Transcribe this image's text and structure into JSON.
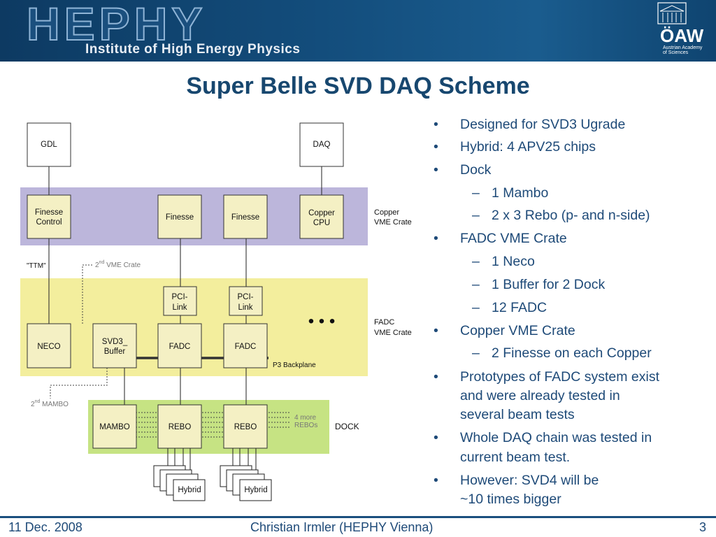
{
  "header": {
    "logo_text": "HEPHY",
    "subtitle": "Institute of High Energy Physics",
    "academy_logo": "ÖAW",
    "academy_name_line1": "Austrian Academy",
    "academy_name_line2": "of Sciences"
  },
  "slide": {
    "title": "Super Belle SVD DAQ Scheme"
  },
  "diagram": {
    "gdl": "GDL",
    "daq": "DAQ",
    "finesse_control_1": "Finesse",
    "finesse_control_2": "Control",
    "finesse_a": "Finesse",
    "finesse_b": "Finesse",
    "copper_cpu_1": "Copper",
    "copper_cpu_2": "CPU",
    "copper_crate_1": "Copper",
    "copper_crate_2": "VME Crate",
    "ttm": "\"TTM\"",
    "vme2_num": "2",
    "vme2_sup": "nd",
    "vme2_rest": " VME Crate",
    "pci1_1": "PCI-",
    "pci1_2": "Link",
    "pci2_1": "PCI-",
    "pci2_2": "Link",
    "dots": "• • •",
    "fadc_crate_1": "FADC",
    "fadc_crate_2": "VME Crate",
    "neco": "NECO",
    "svd3_1": "SVD3_",
    "svd3_2": "Buffer",
    "fadc_a": "FADC",
    "fadc_b": "FADC",
    "backplane": "P3 Backplane",
    "mambo2_num": "2",
    "mambo2_sup": "nd",
    "mambo2_rest": " MAMBO",
    "mambo": "MAMBO",
    "rebo_a": "REBO",
    "rebo_b": "REBO",
    "more_rebos_1": "4 more",
    "more_rebos_2": "REBOs",
    "dock": "DOCK",
    "hybrid_a": "Hybrid",
    "hybrid_b": "Hybrid"
  },
  "bullets": [
    {
      "level": 1,
      "marker": "•",
      "text": "Designed for SVD3 Ugrade"
    },
    {
      "level": 1,
      "marker": "•",
      "text": "Hybrid: 4 APV25 chips"
    },
    {
      "level": 1,
      "marker": "•",
      "text": "Dock"
    },
    {
      "level": 2,
      "marker": "–",
      "text": "1 Mambo"
    },
    {
      "level": 2,
      "marker": "–",
      "text": "2 x 3 Rebo (p- and n-side)"
    },
    {
      "level": 1,
      "marker": "•",
      "text": "FADC VME Crate"
    },
    {
      "level": 2,
      "marker": "–",
      "text": "1 Neco"
    },
    {
      "level": 2,
      "marker": "–",
      "text": "1 Buffer for 2 Dock"
    },
    {
      "level": 2,
      "marker": "–",
      "text": "12 FADC"
    },
    {
      "level": 1,
      "marker": "•",
      "text": "Copper VME Crate"
    },
    {
      "level": 2,
      "marker": "–",
      "text": "2 Finesse on each Copper"
    },
    {
      "level": 1,
      "marker": "•",
      "text": "Prototypes of FADC system exist"
    },
    {
      "level": 0,
      "marker": "",
      "text": "and were already tested in"
    },
    {
      "level": 0,
      "marker": "",
      "text": "several beam tests"
    },
    {
      "level": 1,
      "marker": "•",
      "text": "Whole DAQ chain was tested in"
    },
    {
      "level": 0,
      "marker": "",
      "text": "current beam test."
    },
    {
      "level": 1,
      "marker": "•",
      "text": "However: SVD4 will be"
    },
    {
      "level": 0,
      "marker": "",
      "text": "~10 times bigger"
    }
  ],
  "footer": {
    "date": "11 Dec. 2008",
    "author": "Christian Irmler (HEPHY Vienna)",
    "page": "3"
  },
  "colors": {
    "copper_band": "#bcb6db",
    "fadc_band": "#f3ee9d",
    "dock_band": "#c6e383",
    "box_fill": "#f4f0c4",
    "title_blue": "#17476f"
  }
}
